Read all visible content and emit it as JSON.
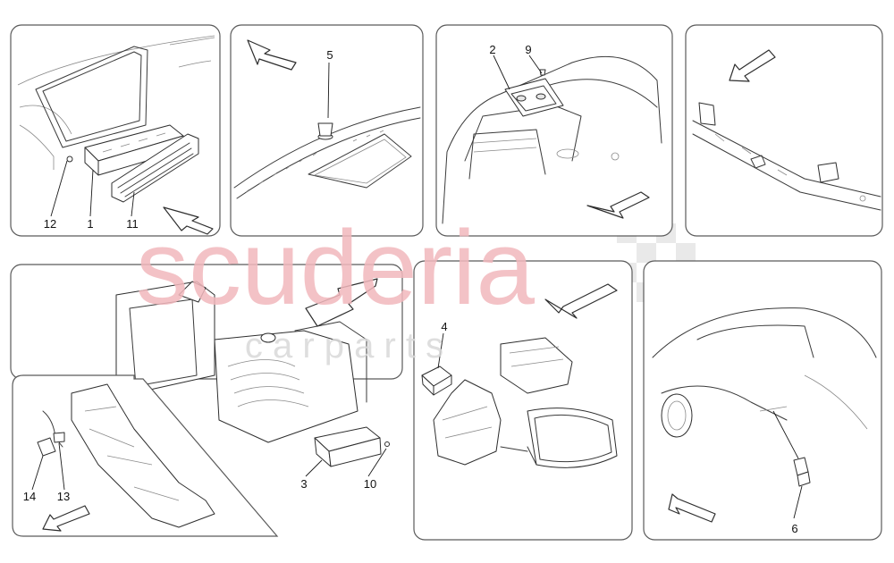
{
  "watermark": {
    "brand": "scuderia",
    "sub": "c a r   p a r t s",
    "brand_color": "#f2b8bd",
    "sub_color": "#d9d9d9"
  },
  "panels": [
    {
      "id": "panel-1",
      "callouts": [
        "12",
        "1",
        "11"
      ]
    },
    {
      "id": "panel-2",
      "callouts": [
        "5"
      ]
    },
    {
      "id": "panel-3",
      "callouts": [
        "2",
        "9"
      ]
    },
    {
      "id": "panel-4",
      "callouts": []
    },
    {
      "id": "panel-5",
      "callouts": [
        "3",
        "10"
      ]
    },
    {
      "id": "panel-6",
      "callouts": [
        "14",
        "13"
      ]
    },
    {
      "id": "panel-7",
      "callouts": [
        "4"
      ]
    },
    {
      "id": "panel-8",
      "callouts": [
        "6"
      ]
    }
  ],
  "callouts": {
    "c1": "1",
    "c2": "2",
    "c3": "3",
    "c4": "4",
    "c5": "5",
    "c6": "6",
    "c9": "9",
    "c10": "10",
    "c11": "11",
    "c12": "12",
    "c13": "13",
    "c14": "14"
  },
  "icons": {
    "direction_arrow": "direction-arrow-icon",
    "checker": "checkered-flag-icon"
  }
}
